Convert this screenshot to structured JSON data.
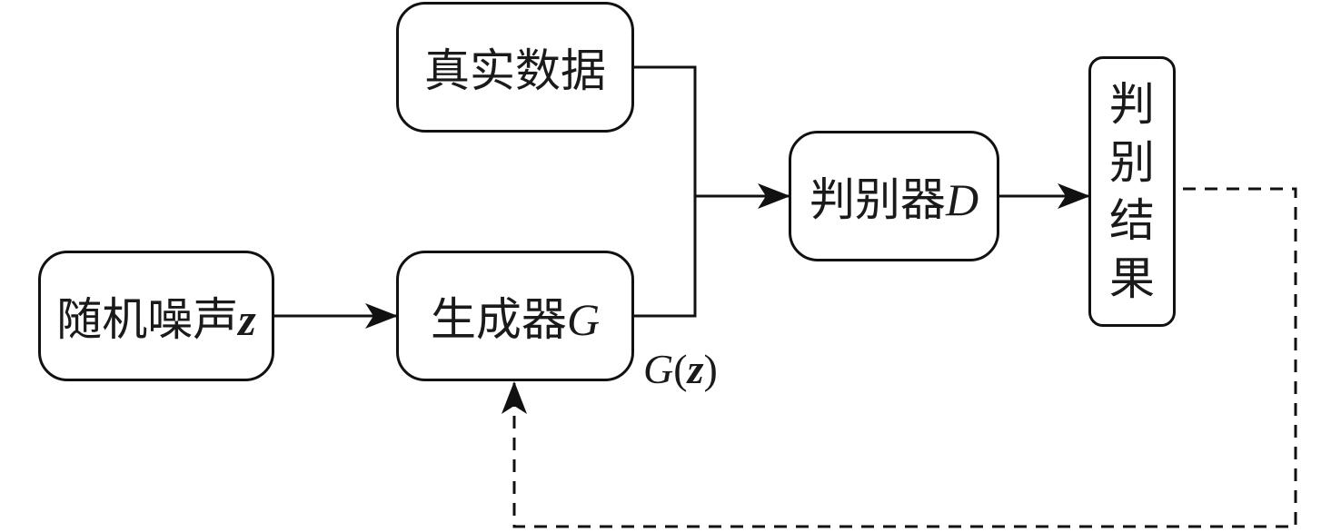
{
  "diagram": {
    "nodes": {
      "real_data": {
        "text": "真实数据"
      },
      "noise": {
        "text": "随机噪声",
        "var": "z"
      },
      "generator": {
        "text": "生成器",
        "var": "G"
      },
      "discriminator": {
        "text": "判别器",
        "var": "D"
      },
      "result": {
        "chars": [
          "判",
          "别",
          "结",
          "果"
        ]
      }
    },
    "edge_labels": {
      "gen_output": {
        "func": "G",
        "open": "(",
        "arg": "z",
        "close": ")"
      }
    },
    "edges": [
      {
        "from": "noise",
        "to": "generator",
        "style": "solid"
      },
      {
        "from": "real_data",
        "to": "discriminator",
        "style": "solid"
      },
      {
        "from": "generator",
        "to": "discriminator",
        "style": "solid",
        "label": "G(z)"
      },
      {
        "from": "discriminator",
        "to": "result",
        "style": "solid"
      },
      {
        "from": "result",
        "to": "generator",
        "style": "dashed"
      }
    ],
    "colors": {
      "stroke": "#111111",
      "background": "#ffffff"
    }
  }
}
